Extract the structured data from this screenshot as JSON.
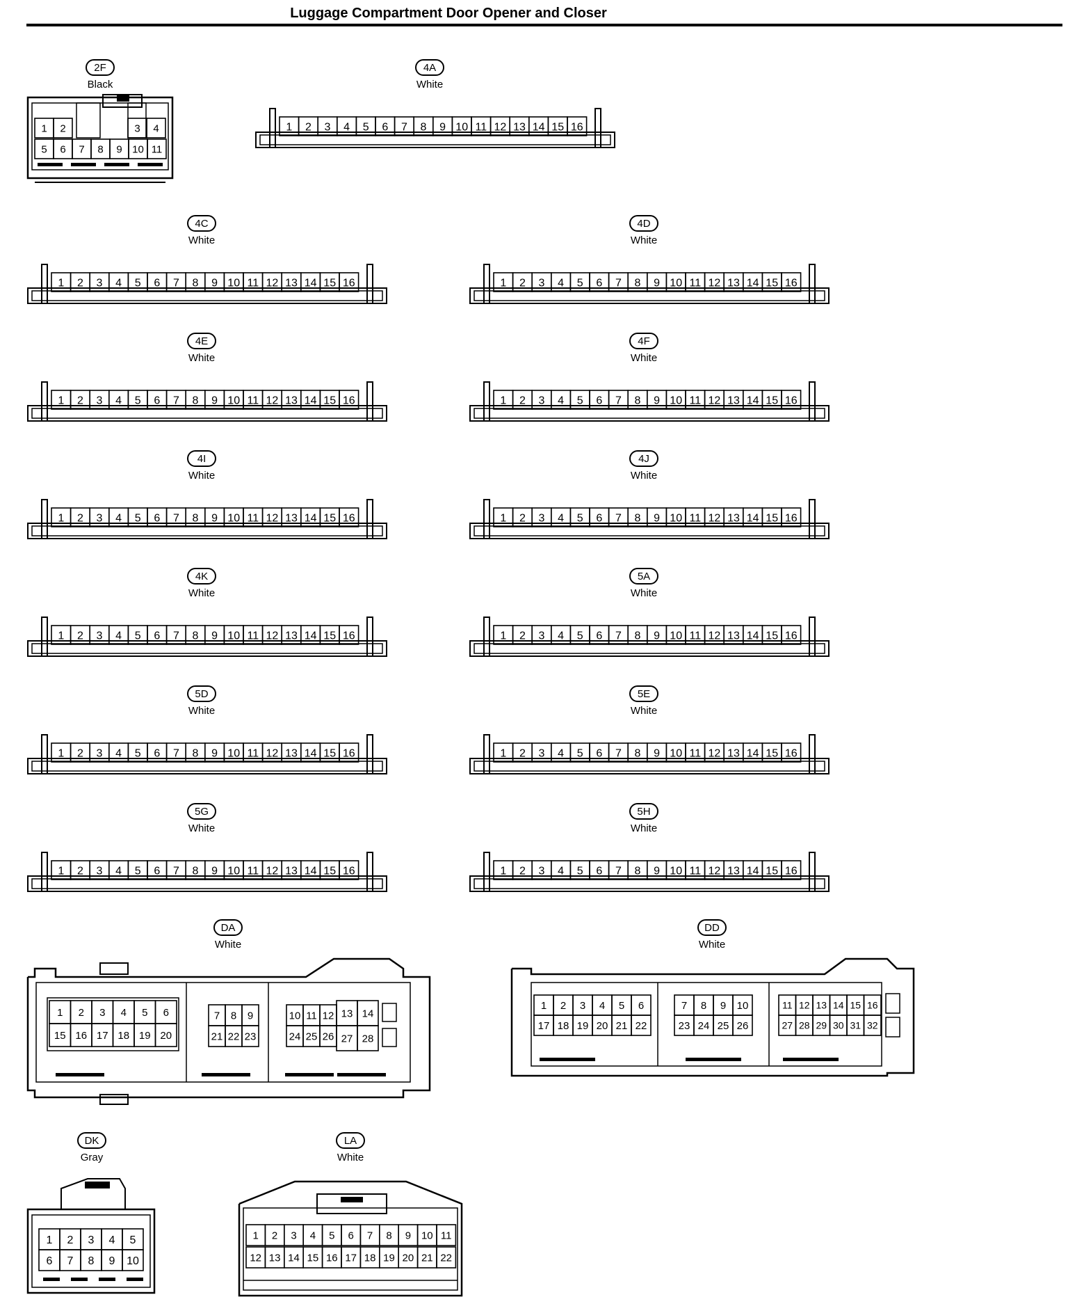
{
  "title": "Luggage Compartment Door Opener and Closer",
  "connectors": [
    {
      "id": "2F",
      "color": "Black",
      "rows": [
        [
          "1",
          "2",
          "",
          "",
          "3",
          "4"
        ],
        [
          "5",
          "6",
          "7",
          "8",
          "9",
          "10",
          "11"
        ]
      ]
    },
    {
      "id": "4A",
      "color": "White",
      "pins": [
        "1",
        "2",
        "3",
        "4",
        "5",
        "6",
        "7",
        "8",
        "9",
        "10",
        "11",
        "12",
        "13",
        "14",
        "15",
        "16"
      ]
    },
    {
      "id": "4C",
      "color": "White",
      "pins": [
        "1",
        "2",
        "3",
        "4",
        "5",
        "6",
        "7",
        "8",
        "9",
        "10",
        "11",
        "12",
        "13",
        "14",
        "15",
        "16"
      ]
    },
    {
      "id": "4D",
      "color": "White",
      "pins": [
        "1",
        "2",
        "3",
        "4",
        "5",
        "6",
        "7",
        "8",
        "9",
        "10",
        "11",
        "12",
        "13",
        "14",
        "15",
        "16"
      ]
    },
    {
      "id": "4E",
      "color": "White",
      "pins": [
        "1",
        "2",
        "3",
        "4",
        "5",
        "6",
        "7",
        "8",
        "9",
        "10",
        "11",
        "12",
        "13",
        "14",
        "15",
        "16"
      ]
    },
    {
      "id": "4F",
      "color": "White",
      "pins": [
        "1",
        "2",
        "3",
        "4",
        "5",
        "6",
        "7",
        "8",
        "9",
        "10",
        "11",
        "12",
        "13",
        "14",
        "15",
        "16"
      ]
    },
    {
      "id": "4I",
      "color": "White",
      "pins": [
        "1",
        "2",
        "3",
        "4",
        "5",
        "6",
        "7",
        "8",
        "9",
        "10",
        "11",
        "12",
        "13",
        "14",
        "15",
        "16"
      ]
    },
    {
      "id": "4J",
      "color": "White",
      "pins": [
        "1",
        "2",
        "3",
        "4",
        "5",
        "6",
        "7",
        "8",
        "9",
        "10",
        "11",
        "12",
        "13",
        "14",
        "15",
        "16"
      ]
    },
    {
      "id": "4K",
      "color": "White",
      "pins": [
        "1",
        "2",
        "3",
        "4",
        "5",
        "6",
        "7",
        "8",
        "9",
        "10",
        "11",
        "12",
        "13",
        "14",
        "15",
        "16"
      ]
    },
    {
      "id": "5A",
      "color": "White",
      "pins": [
        "1",
        "2",
        "3",
        "4",
        "5",
        "6",
        "7",
        "8",
        "9",
        "10",
        "11",
        "12",
        "13",
        "14",
        "15",
        "16"
      ]
    },
    {
      "id": "5D",
      "color": "White",
      "pins": [
        "1",
        "2",
        "3",
        "4",
        "5",
        "6",
        "7",
        "8",
        "9",
        "10",
        "11",
        "12",
        "13",
        "14",
        "15",
        "16"
      ]
    },
    {
      "id": "5E",
      "color": "White",
      "pins": [
        "1",
        "2",
        "3",
        "4",
        "5",
        "6",
        "7",
        "8",
        "9",
        "10",
        "11",
        "12",
        "13",
        "14",
        "15",
        "16"
      ]
    },
    {
      "id": "5G",
      "color": "White",
      "pins": [
        "1",
        "2",
        "3",
        "4",
        "5",
        "6",
        "7",
        "8",
        "9",
        "10",
        "11",
        "12",
        "13",
        "14",
        "15",
        "16"
      ]
    },
    {
      "id": "5H",
      "color": "White",
      "pins": [
        "1",
        "2",
        "3",
        "4",
        "5",
        "6",
        "7",
        "8",
        "9",
        "10",
        "11",
        "12",
        "13",
        "14",
        "15",
        "16"
      ]
    },
    {
      "id": "DA",
      "color": "White",
      "blocks": [
        [
          [
            "1",
            "2",
            "3",
            "4",
            "5",
            "6"
          ],
          [
            "15",
            "16",
            "17",
            "18",
            "19",
            "20"
          ]
        ],
        [
          [
            "7",
            "8",
            "9"
          ],
          [
            "21",
            "22",
            "23"
          ]
        ],
        [
          [
            "10",
            "11",
            "12"
          ],
          [
            "24",
            "25",
            "26"
          ]
        ],
        [
          [
            "13",
            "14"
          ],
          [
            "27",
            "28"
          ]
        ]
      ]
    },
    {
      "id": "DD",
      "color": "White",
      "blocks": [
        [
          [
            "1",
            "2",
            "3",
            "4",
            "5",
            "6"
          ],
          [
            "17",
            "18",
            "19",
            "20",
            "21",
            "22"
          ]
        ],
        [
          [
            "7",
            "8",
            "9",
            "10"
          ],
          [
            "23",
            "24",
            "25",
            "26"
          ]
        ],
        [
          [
            "11",
            "12",
            "13",
            "14",
            "15",
            "16"
          ],
          [
            "27",
            "28",
            "29",
            "30",
            "31",
            "32"
          ]
        ]
      ]
    },
    {
      "id": "DK",
      "color": "Gray",
      "rows": [
        [
          "1",
          "2",
          "3",
          "4",
          "5"
        ],
        [
          "6",
          "7",
          "8",
          "9",
          "10"
        ]
      ]
    },
    {
      "id": "LA",
      "color": "White",
      "rows": [
        [
          "1",
          "2",
          "3",
          "4",
          "5",
          "6",
          "7",
          "8",
          "9",
          "10",
          "11"
        ],
        [
          "12",
          "13",
          "14",
          "15",
          "16",
          "17",
          "18",
          "19",
          "20",
          "21",
          "22"
        ]
      ]
    }
  ]
}
